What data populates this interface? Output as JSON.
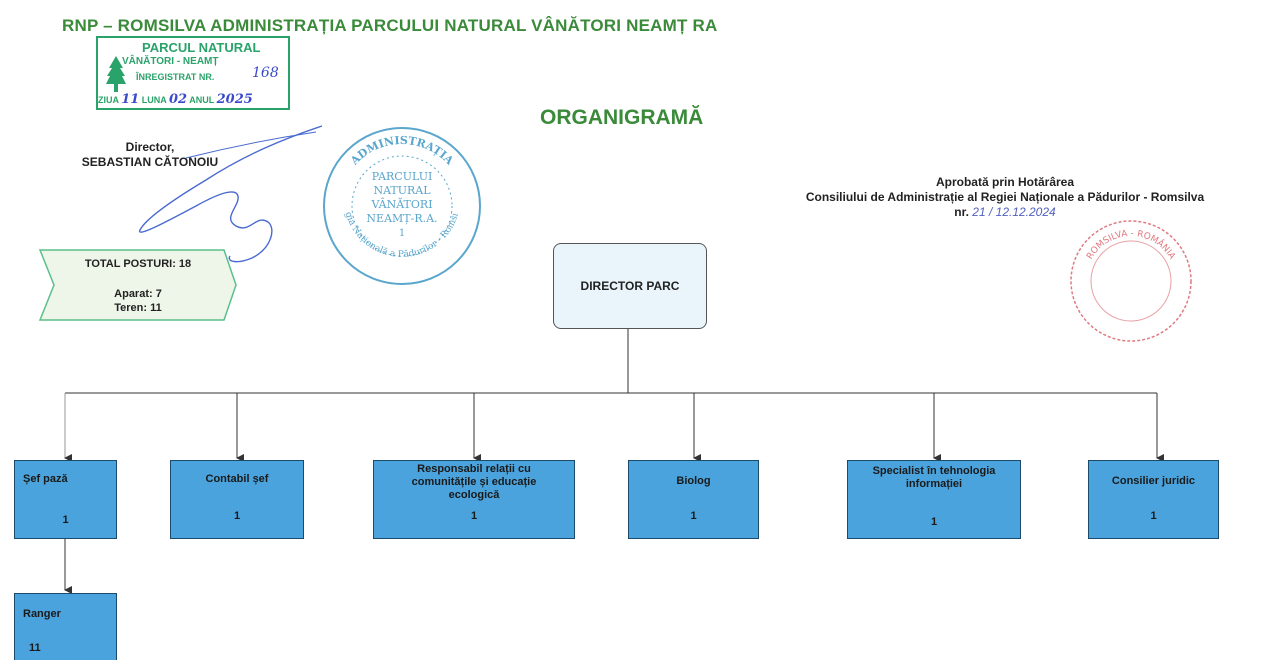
{
  "header": {
    "title": "RNP – ROMSILVA ADMINISTRAȚIA PARCULUI NATURAL VÂNĂTORI NEAMȚ RA"
  },
  "stamp_registration": {
    "line1": "PARCUL NATURAL",
    "line2": "VÂNĂTORI - NEAMȚ",
    "line3": "ÎNREGISTRAT NR.",
    "reg_no": "168",
    "day_label": "ZIUA",
    "day": "11",
    "month_label": "LUNA",
    "month": "02",
    "year_label": "ANUL",
    "year": "2025"
  },
  "stamp_round": {
    "top_arc": "ADMINISTRAȚIA",
    "line1": "PARCULUI",
    "line2": "NATURAL",
    "line3": "VÂNĂTORI",
    "line4": "NEAMȚ-R.A.",
    "line5": "1",
    "bottom_arc": "Regia Națională a Pădurilor - Romsilva"
  },
  "stamp_red": {
    "text": "ROMSILVA - ROMÂNIA"
  },
  "title": "ORGANIGRAMĂ",
  "director": {
    "role": "Director,",
    "name": "SEBASTIAN CĂTONOIU"
  },
  "approval": {
    "line1": "Aprobată prin Hotărârea",
    "line2": "Consiliului de Administrație al Regiei Naționale a Pădurilor - Romsilva",
    "nr_label": "nr.",
    "nr_value": "21 / 12.12.2024"
  },
  "totals": {
    "total": "TOTAL POSTURI: 18",
    "aparat": "Aparat: 7",
    "teren": "Teren: 11"
  },
  "root": {
    "label": "DIRECTOR PARC"
  },
  "units": [
    {
      "label": "Șef pază",
      "count": "1"
    },
    {
      "label": "Contabil șef",
      "count": "1"
    },
    {
      "label": "Responsabil relații cu comunitățile și educație ecologică",
      "count": "1"
    },
    {
      "label": "Biolog",
      "count": "1"
    },
    {
      "label": "Specialist în tehnologia informației",
      "count": "1"
    },
    {
      "label": "Consilier juridic",
      "count": "1"
    }
  ],
  "sub_units": [
    {
      "label": "Ranger",
      "count": "11"
    }
  ],
  "colors": {
    "heading_green": "#3a8a3a",
    "box_blue": "#4aa3dc",
    "stamp_green": "#2aa36a",
    "stamp_blue": "#5aa6cc",
    "stamp_red": "#e07a80"
  }
}
